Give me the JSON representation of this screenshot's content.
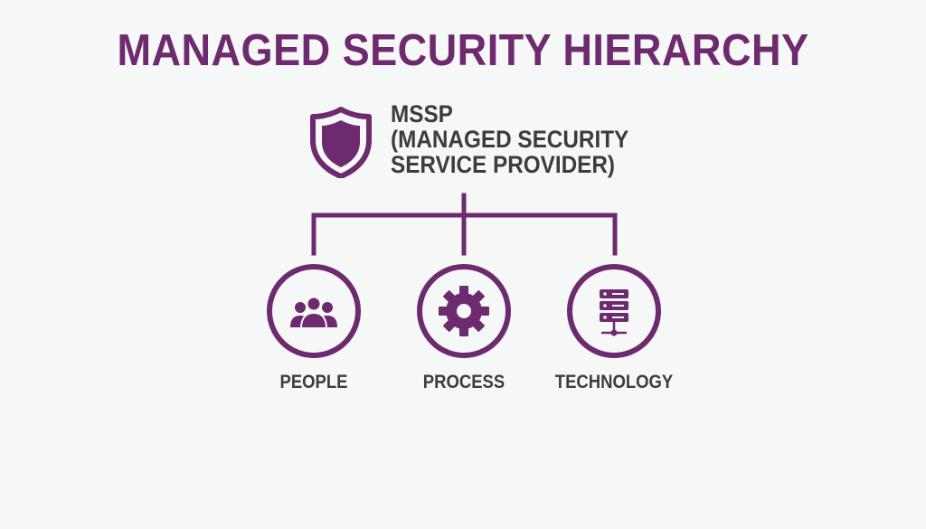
{
  "title": "MANAGED SECURITY HIERARCHY",
  "root": {
    "icon": "shield-icon",
    "label_lines": [
      "MSSP",
      "(MANAGED SECURITY",
      "SERVICE PROVIDER)"
    ]
  },
  "children": [
    {
      "label": "PEOPLE",
      "icon": "people-group-icon"
    },
    {
      "label": "PROCESS",
      "icon": "gear-icon"
    },
    {
      "label": "TECHNOLOGY",
      "icon": "server-network-icon"
    }
  ],
  "colors": {
    "accent": "#6e2a6e",
    "text": "#3c3c3c",
    "background": "#f6f8f8"
  }
}
